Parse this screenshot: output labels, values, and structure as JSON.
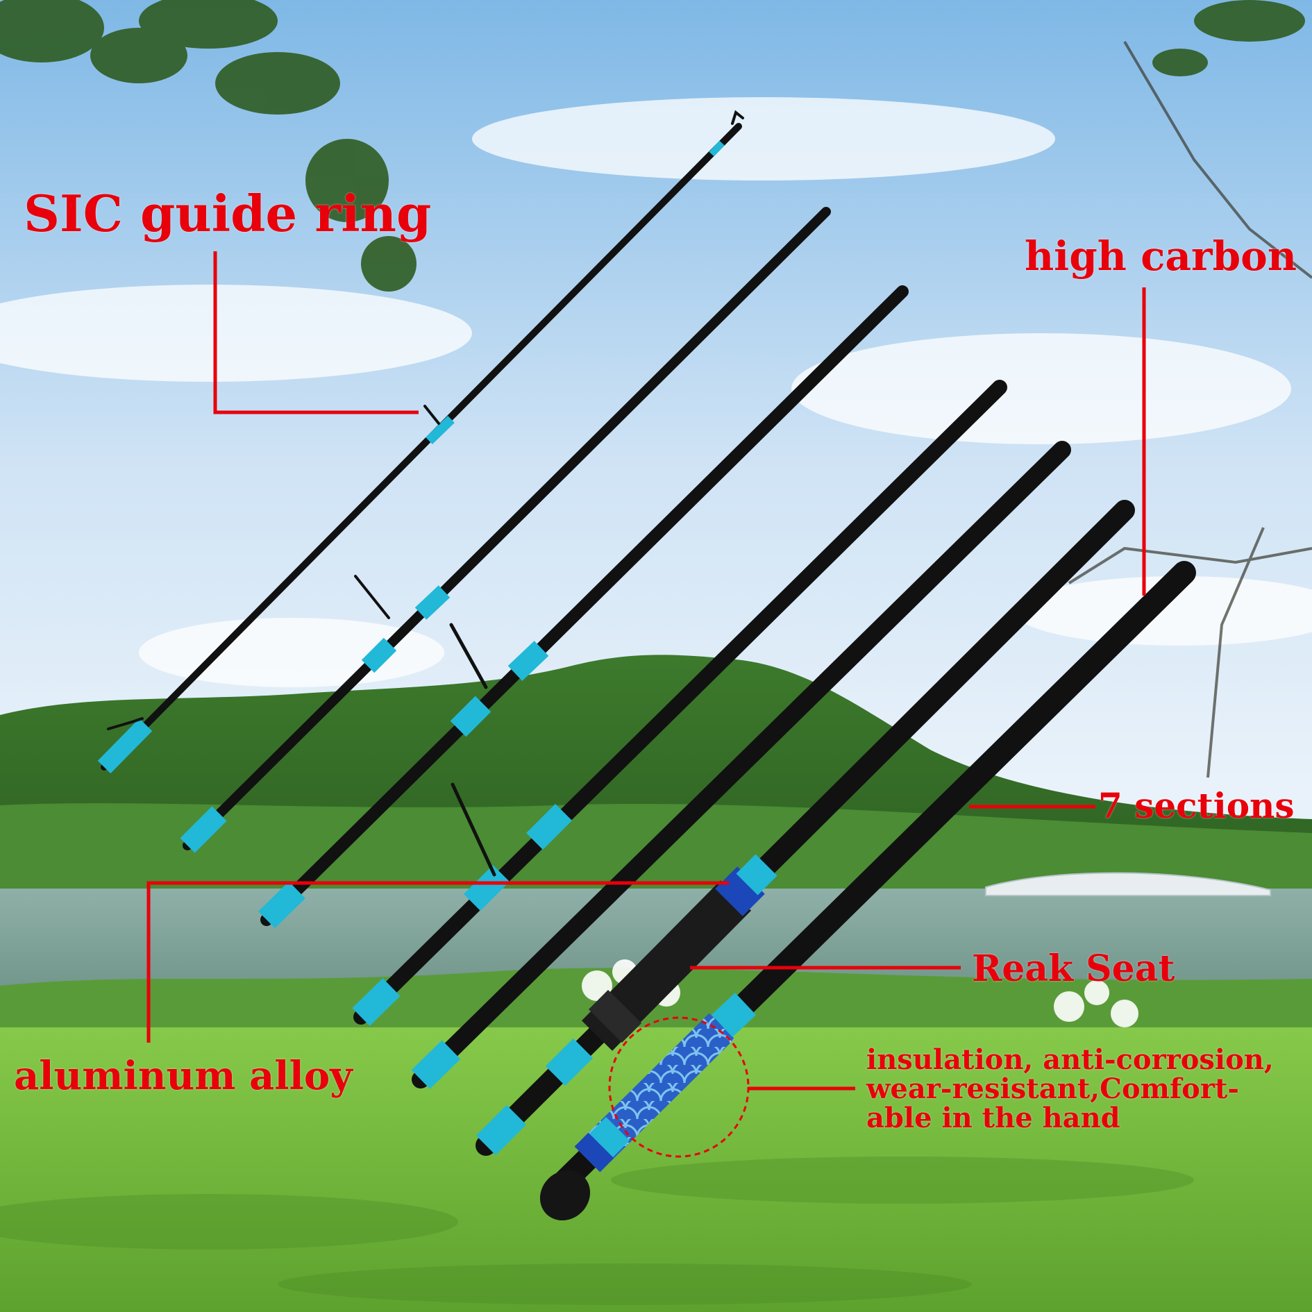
{
  "labels": {
    "guide_ring": "SIC  guide ring",
    "high_carbon": "high carbon",
    "sections": "7 sections",
    "reel_seat": "Reak Seat",
    "aluminum": "aluminum alloy",
    "grip_lines": [
      "insulation, anti-corrosion,",
      "wear-resistant,Comfort-",
      "able in the hand"
    ]
  },
  "colors": {
    "callout": "#e8000b",
    "rod": "#111111",
    "accent": "#22b8d8",
    "grip": "#2f6fd6",
    "sky_top": "#8ec2ea",
    "grass": "#6fb83a"
  }
}
